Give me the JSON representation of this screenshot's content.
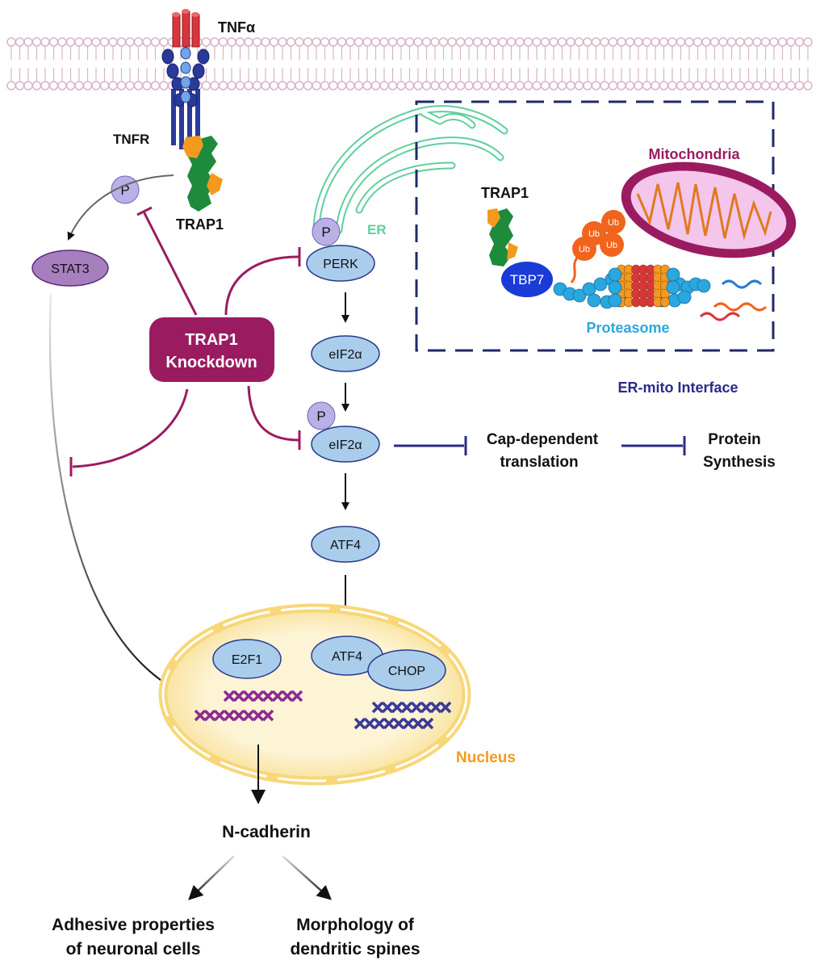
{
  "labels": {
    "tnfa": "TNFα",
    "tnfr": "TNFR",
    "trap1_top": "TRAP1",
    "trap1_inset": "TRAP1",
    "knockdown_line1": "TRAP1",
    "knockdown_line2": "Knockdown",
    "er": "ER",
    "mitochondria": "Mitochondria",
    "tbp7": "TBP7",
    "proteasome": "Proteasome",
    "ub": "Ub",
    "er_mito_interface": "ER-mito Interface",
    "p": "P",
    "stat3": "STAT3",
    "perk": "PERK",
    "eif2a": "eIF2α",
    "eif2a_p": "eIF2α",
    "atf4": "ATF4",
    "e2f1": "E2F1",
    "atf4_nuc": "ATF4",
    "chop": "CHOP",
    "nucleus": "Nucleus",
    "cap_line1": "Cap-dependent",
    "cap_line2": "translation",
    "protein_line1": "Protein",
    "protein_line2": "Synthesis",
    "ncadherin": "N-cadherin",
    "adhesive_line1": "Adhesive properties",
    "adhesive_line2": "of neuronal cells",
    "morph_line1": "Morphology of",
    "morph_line2": "dendritic spines"
  },
  "colors": {
    "membrane": "#d9b3c9",
    "trap1_green": "#1e8a3c",
    "trap1_orange": "#f39a1e",
    "receptor_blue": "#2a3a9a",
    "tnfa_red": "#d9353c",
    "inhibit_magenta": "#9b1b60",
    "knockdown_fill": "#9b1b60",
    "node_fill": "#a9cdeb",
    "node_stroke": "#2a3a8a",
    "p_fill": "#b9b1e6",
    "stat3_fill": "#a77fbf",
    "er_green": "#5fcf9d",
    "mito_purple": "#9b1b60",
    "mito_fill": "#f4c6ec",
    "proteasome_blue": "#2aa7dc",
    "ub_orange": "#f0641e",
    "tbp7_blue": "#1a3bd6",
    "interface_navy": "#1f2a6a",
    "nucleus_fill": "#fdf3d0",
    "nucleus_rim": "#f8d779",
    "nucleus_text": "#f39a1e",
    "dna_purple": "#8e2a92",
    "dna_navy": "#3a3a9a"
  }
}
